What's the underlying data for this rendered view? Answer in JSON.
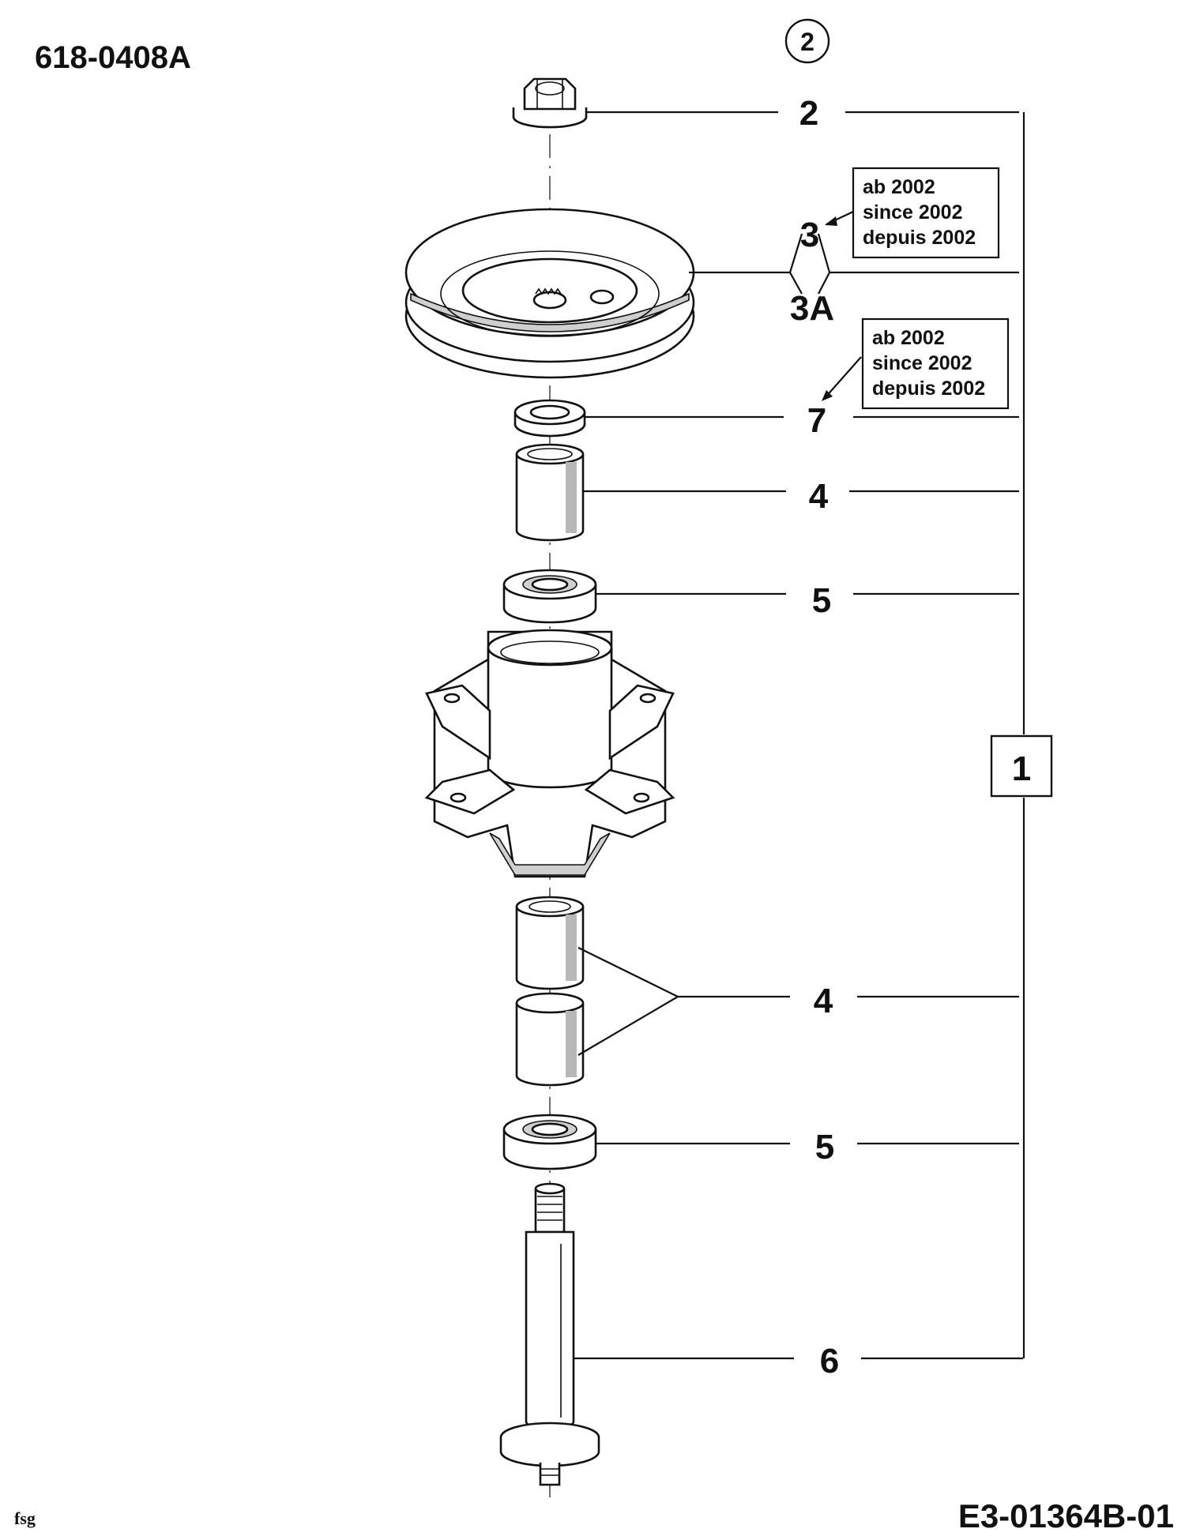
{
  "header": {
    "model_code": "618-0408A",
    "page_marker": "2"
  },
  "callouts": [
    {
      "id": "2",
      "label": "2"
    },
    {
      "id": "3",
      "label": "3"
    },
    {
      "id": "3A",
      "label": "3A"
    },
    {
      "id": "7",
      "label": "7"
    },
    {
      "id": "4a",
      "label": "4"
    },
    {
      "id": "5a",
      "label": "5"
    },
    {
      "id": "4b",
      "label": "4"
    },
    {
      "id": "5b",
      "label": "5"
    },
    {
      "id": "6",
      "label": "6"
    }
  ],
  "assembly_box": {
    "label": "1"
  },
  "notes": {
    "note_3": {
      "line1": "ab 2002",
      "line2": "since 2002",
      "line3": "depuis 2002"
    },
    "note_7": {
      "line1": "ab 2002",
      "line2": "since 2002",
      "line3": "depuis 2002"
    }
  },
  "footer": {
    "left_tag": "fsg",
    "diagram_id": "E3-01364B-01"
  }
}
